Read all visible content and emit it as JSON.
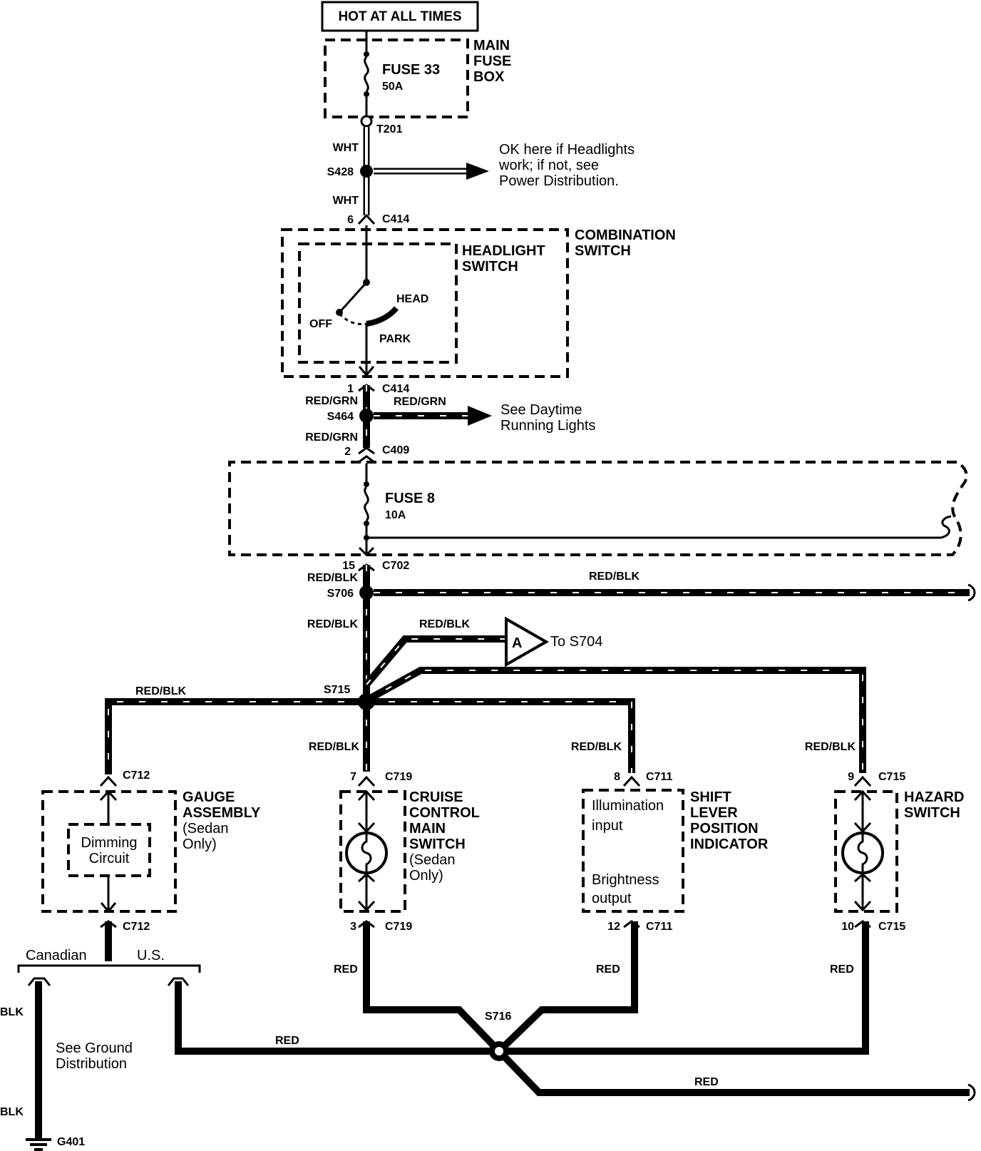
{
  "source": {
    "label": "HOT AT ALL TIMES"
  },
  "main_fuse_box": {
    "title": [
      "MAIN",
      "FUSE",
      "BOX"
    ],
    "fuse_name": "FUSE 33",
    "fuse_rating": "50A",
    "terminal": "T201"
  },
  "wires": {
    "wht": "WHT",
    "red_grn": "RED/GRN",
    "red_blk": "RED/BLK",
    "red": "RED",
    "blk": "BLK"
  },
  "splices": {
    "s428": "S428",
    "s464": "S464",
    "s706": "S706",
    "s715": "S715",
    "s716": "S716"
  },
  "connectors": {
    "c414": "C414",
    "c409": "C409",
    "c702": "C702",
    "c712": "C712",
    "c719": "C719",
    "c711": "C711",
    "c715": "C715"
  },
  "pins": {
    "p6": "6",
    "p1": "1",
    "p2": "2",
    "p15": "15",
    "p7": "7",
    "p3": "3",
    "p8": "8",
    "p12": "12",
    "p9": "9",
    "p10": "10"
  },
  "notes": {
    "headlights": [
      "OK here if Headlights",
      "work; if not, see",
      "Power Distribution."
    ],
    "drl": [
      "See Daytime",
      "Running Lights"
    ],
    "ground": [
      "See Ground",
      "Distribution"
    ],
    "to_s704": "To S704",
    "ref_a": "A"
  },
  "combination_switch": {
    "title": [
      "COMBINATION",
      "SWITCH"
    ],
    "headlight_switch": [
      "HEADLIGHT",
      "SWITCH"
    ],
    "positions": {
      "off": "OFF",
      "head": "HEAD",
      "park": "PARK"
    }
  },
  "fuse_box_2": {
    "fuse_name": "FUSE 8",
    "fuse_rating": "10A"
  },
  "gauge_assembly": {
    "title": [
      "GAUGE",
      "ASSEMBLY",
      "(Sedan",
      "Only)"
    ],
    "inner": [
      "Dimming",
      "Circuit"
    ],
    "branches": {
      "canadian": "Canadian",
      "us": "U.S."
    }
  },
  "cruise_control": {
    "title": [
      "CRUISE",
      "CONTROL",
      "MAIN",
      "SWITCH",
      "(Sedan",
      "Only)"
    ]
  },
  "shift_lever": {
    "title": [
      "SHIFT",
      "LEVER",
      "POSITION",
      "INDICATOR"
    ],
    "input": [
      "Illumination",
      "input"
    ],
    "output": [
      "Brightness",
      "output"
    ]
  },
  "hazard_switch": {
    "title": [
      "HAZARD",
      "SWITCH"
    ]
  },
  "ground": {
    "name": "G401"
  }
}
